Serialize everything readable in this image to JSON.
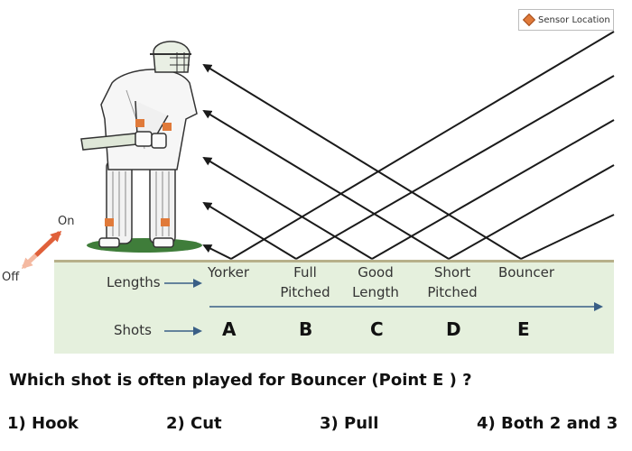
{
  "legend": {
    "label": "Sensor Location",
    "marker_color": "#e07a3a"
  },
  "direction": {
    "on": "On",
    "off": "Off"
  },
  "rows": {
    "lengths": "Lengths",
    "shots": "Shots"
  },
  "lengths": [
    {
      "line1": "Yorker",
      "line2": ""
    },
    {
      "line1": "Full",
      "line2": "Pitched"
    },
    {
      "line1": "Good",
      "line2": "Length"
    },
    {
      "line1": "Short",
      "line2": "Pitched"
    },
    {
      "line1": "Bouncer",
      "line2": ""
    }
  ],
  "shots": [
    "A",
    "B",
    "C",
    "D",
    "E"
  ],
  "question": "Which shot is often played for Bouncer (Point E ) ?",
  "options": [
    "1) Hook",
    "2) Cut",
    "3) Pull",
    "4) Both 2 and 3"
  ],
  "colors": {
    "pitch": "#e5f0dd",
    "ground": "#b7b08a",
    "arrow": "#1a1a1a",
    "direction_arrow": "#e0603a"
  }
}
